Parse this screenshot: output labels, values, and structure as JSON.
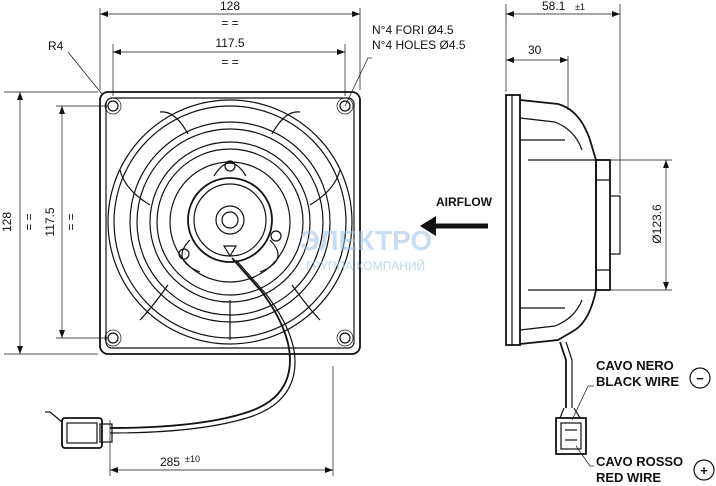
{
  "dimensions": {
    "width_top": "128",
    "width_inner": "117.5",
    "height_left": "128",
    "height_inner": "117.5",
    "corner_radius": "R4",
    "depth_total": "58.1",
    "depth_total_tol": "±1",
    "depth_partial": "30",
    "diameter": "Ø123.6",
    "cable_length": "285",
    "cable_length_tol": "±10",
    "equal_mark": "= ="
  },
  "notes": {
    "holes_it": "N°4 FORI  Ø4.5",
    "holes_en": "N°4 HOLES  Ø4.5",
    "airflow": "AIRFLOW",
    "black_wire_it": "CAVO NERO",
    "black_wire_en": "BLACK WIRE",
    "red_wire_it": "CAVO ROSSO",
    "red_wire_en": "RED WIRE",
    "minus_symbol": "−",
    "plus_symbol": "+"
  },
  "watermark": {
    "brand": "ЭЛЕКТРО",
    "subtitle": "ГРУППА КОМПАНИЙ"
  },
  "colors": {
    "line": "#111111",
    "watermark": "#9cc3e6"
  }
}
